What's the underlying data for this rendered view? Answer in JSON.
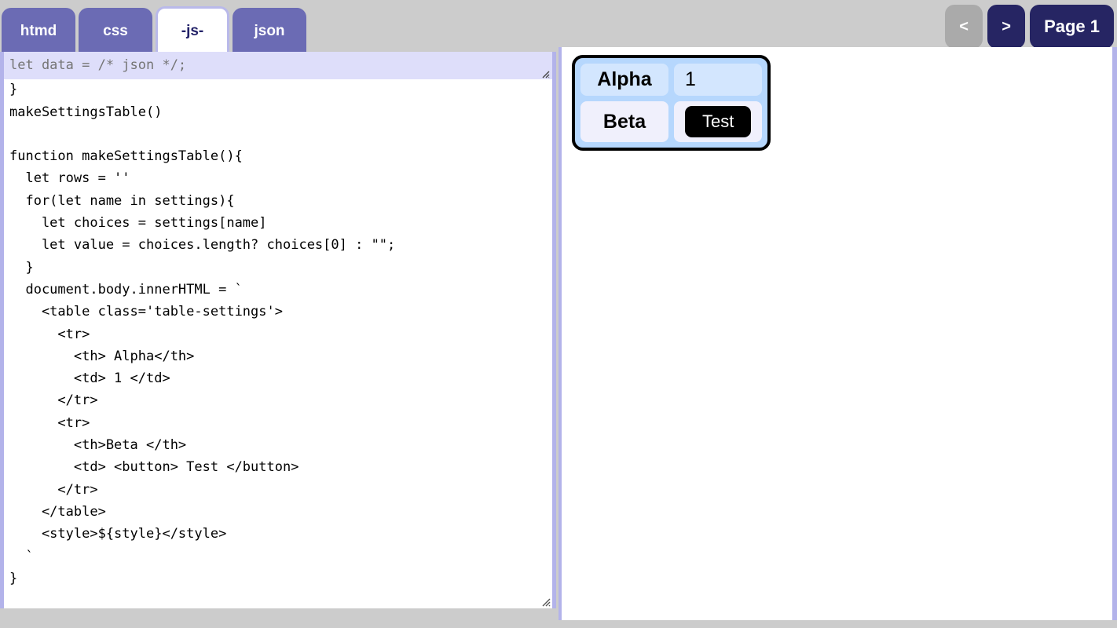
{
  "topbar": {
    "tabs": [
      {
        "label": "htmd",
        "active": false
      },
      {
        "label": "css",
        "active": false
      },
      {
        "label": "-js-",
        "active": true
      },
      {
        "label": "json",
        "active": false
      }
    ],
    "nav": {
      "prev_label": "<",
      "next_label": ">",
      "page_label": "Page 1"
    },
    "background_color": "#cccccc",
    "tab_color": "#6b6bb4",
    "active_tab_color": "#ffffff",
    "nav_color": "#262563",
    "nav_disabled_color": "#aaaaaa"
  },
  "json_overlay": {
    "value": "",
    "placeholder": "let data = /* json */;",
    "background_color": "#dedefa",
    "placeholder_color": "#8d8d9e",
    "resize_grip_icon": "resize-grip-icon"
  },
  "editor": {
    "language": "-js-",
    "code": "  'beta' : words('a b c d e')\n}\nmakeSettingsTable()\n\nfunction makeSettingsTable(){\n  let rows = ''\n  for(let name in settings){\n    let choices = settings[name]\n    let value = choices.length? choices[0] : \"\";\n  }\n  document.body.innerHTML = `\n    <table class='table-settings'>\n      <tr>\n        <th> Alpha</th>\n        <td> 1 </td>\n      </tr>\n      <tr>\n        <th>Beta </th>\n        <td> <button> Test </button>\n      </tr>\n    </table>\n    <style>${style}</style>\n  `\n}",
    "background_color": "#ffffff",
    "text_color": "#000000",
    "border_color": "#b3b3ea",
    "resize_grip_icon": "resize-grip-icon"
  },
  "preview": {
    "background_color": "#ffffff",
    "table": {
      "class_name": "table-settings",
      "background_color": "#b6d7fd",
      "border_color": "#000000",
      "rows": [
        {
          "header": "Alpha",
          "value": "1",
          "value_type": "text"
        },
        {
          "header": "Beta",
          "value": "Test",
          "value_type": "button"
        }
      ]
    }
  }
}
